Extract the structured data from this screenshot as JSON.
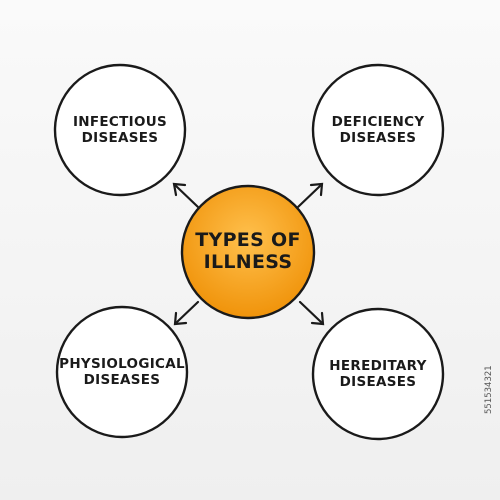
{
  "center": {
    "lines": [
      "TYPES OF",
      "ILLNESS"
    ],
    "fill": "#f5a21b",
    "stroke": "#1a1a1a"
  },
  "nodes": [
    {
      "id": "infectious",
      "lines": [
        "INFECTIOUS",
        "DISEASES"
      ]
    },
    {
      "id": "deficiency",
      "lines": [
        "DEFICIENCY",
        "DISEASES"
      ]
    },
    {
      "id": "physiological",
      "lines": [
        "PHYSIOLOGICAL",
        "DISEASES"
      ]
    },
    {
      "id": "hereditary",
      "lines": [
        "HEREDITARY",
        "DISEASES"
      ]
    }
  ],
  "colors": {
    "node_fill": "#ffffff",
    "stroke": "#1a1a1a",
    "center_fill": "#f5a21b"
  },
  "watermark": {
    "stock_id": "551534321"
  }
}
